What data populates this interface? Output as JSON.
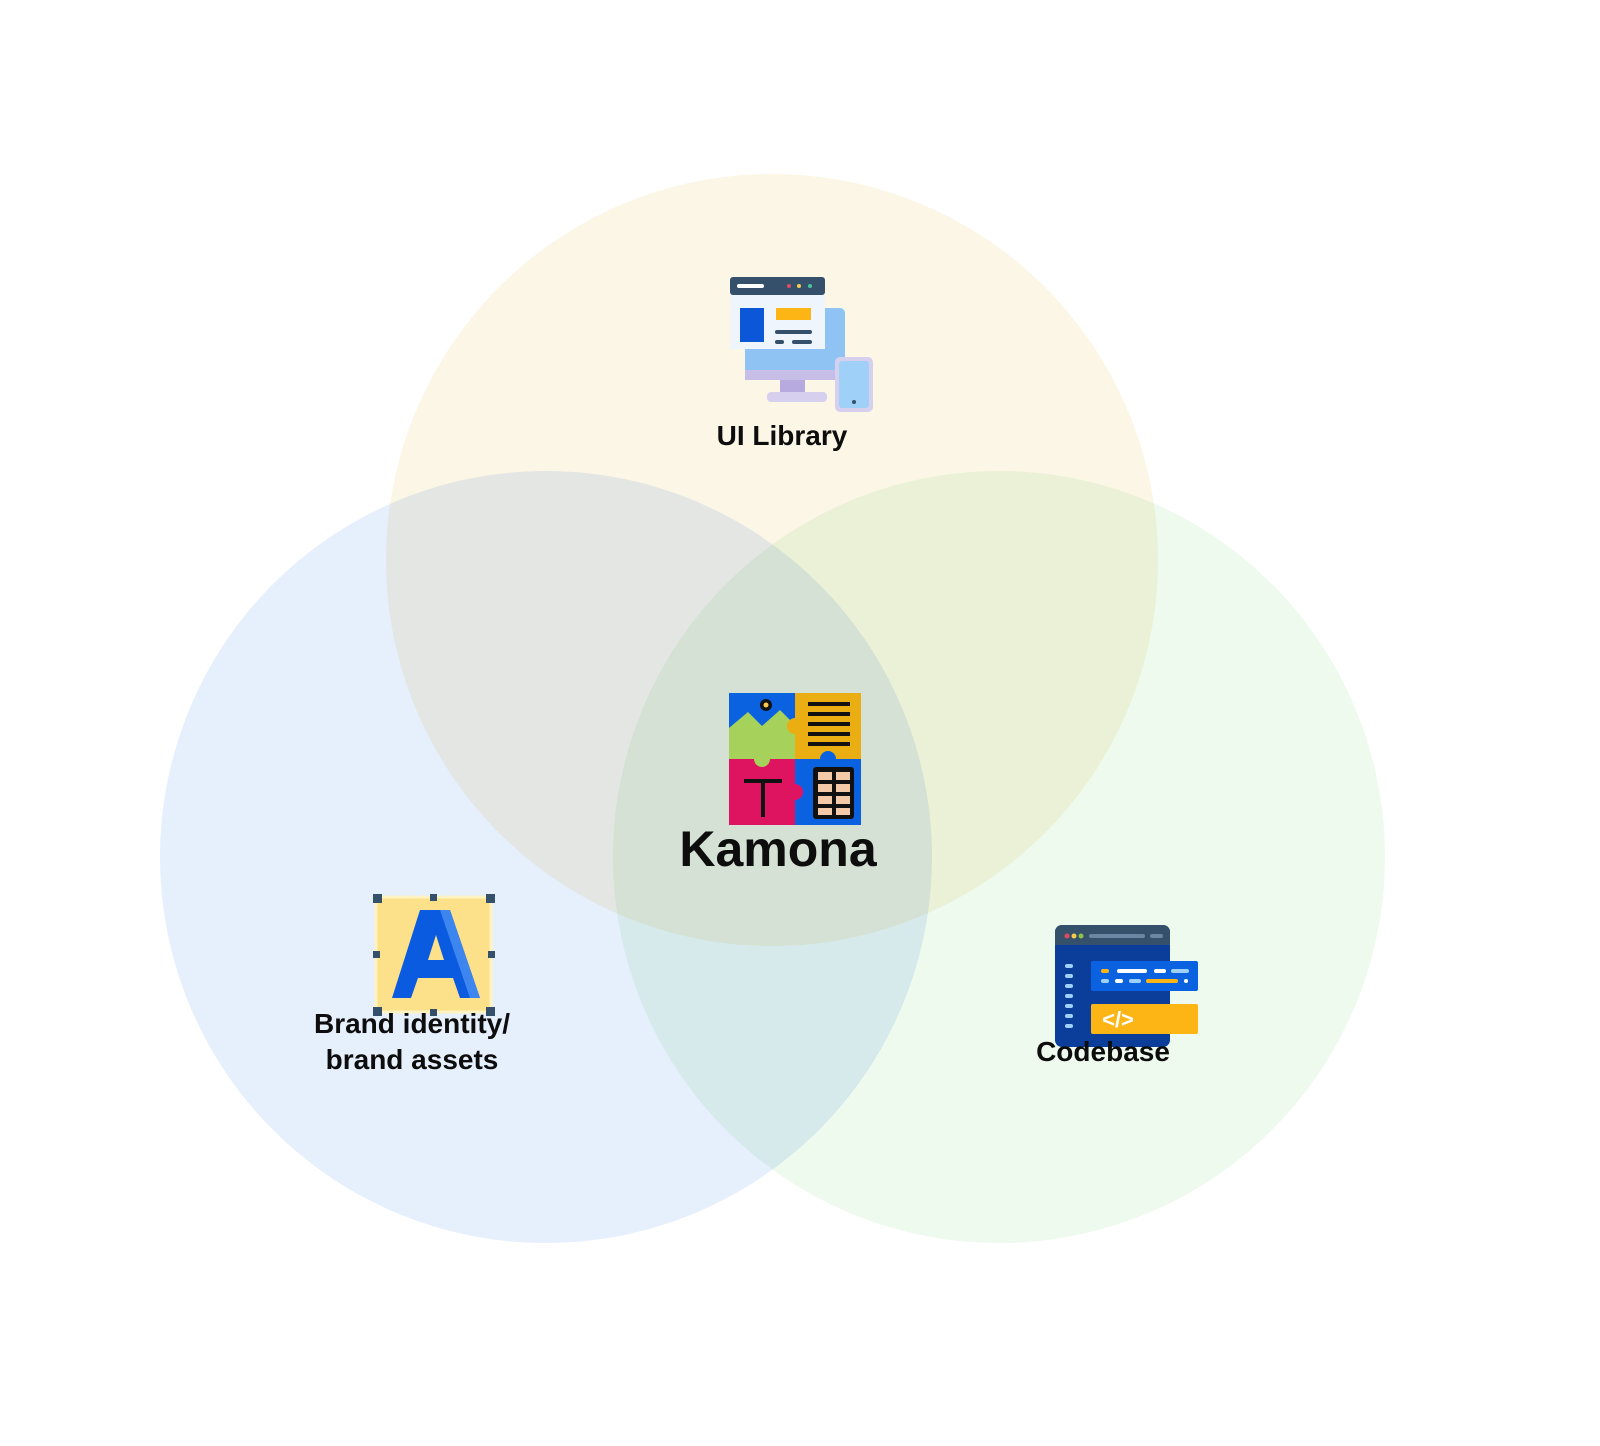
{
  "diagram": {
    "type": "venn",
    "center": {
      "label": "Kamona",
      "icon": "puzzle-icon"
    },
    "sets": [
      {
        "id": "ui",
        "label": "UI Library",
        "icon": "devices-icon",
        "color": "#FCF6E6"
      },
      {
        "id": "brand",
        "label_line1": "Brand identity/",
        "label_line2": "brand assets",
        "icon": "font-letter-a-icon",
        "color": "#E6EFFC"
      },
      {
        "id": "code",
        "label": "Codebase",
        "icon": "code-window-icon",
        "color": "#EEFAEE"
      }
    ]
  }
}
